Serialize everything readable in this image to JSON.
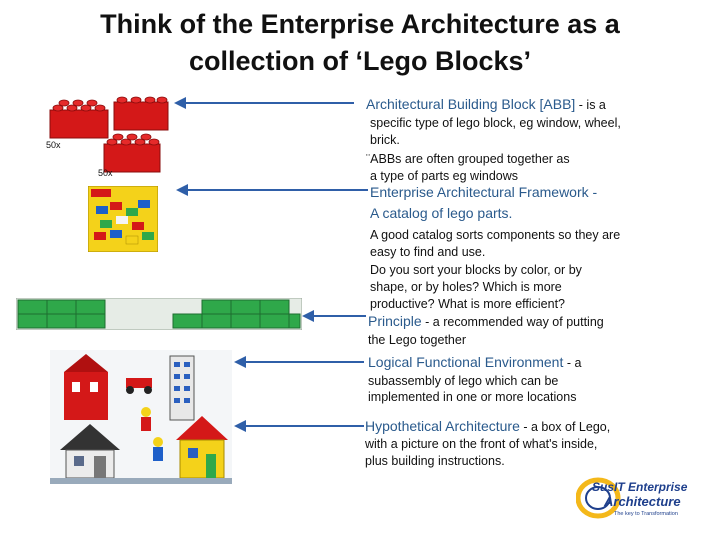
{
  "title": {
    "line1": "Think of the Enterprise Architecture as a",
    "line2": "collection of ‘Lego Blocks’"
  },
  "images": {
    "brick_qty_1": "50x",
    "brick_qty_2": "50x"
  },
  "abb": {
    "heading": "Architectural Building Block [ABB]",
    "heading_suffix": " - is a",
    "line2": "specific type of lego block, eg window, wheel,",
    "line3": "brick.",
    "bullet_glyph": "¨",
    "line4": "ABBs are often grouped together as",
    "line5": "a type of parts eg windows"
  },
  "framework": {
    "heading": "Enterprise Architectural Framework -",
    "line2": "A catalog of lego parts.",
    "desc": [
      "A good catalog sorts components so they are",
      "easy to find and use.",
      "Do you sort your blocks by color, or by",
      "shape, or by holes? Which is more",
      "productive? What is more efficient?"
    ]
  },
  "principle": {
    "heading": "Principle",
    "suffix": " - a recommended way of putting",
    "line2": "the Lego together"
  },
  "lfe": {
    "heading": "Logical Functional Environment",
    "suffix": " - a",
    "line2": "subassembly of lego which can be",
    "line3": "implemented  in one or more locations"
  },
  "hypo": {
    "heading": "Hypothetical Architecture",
    "suffix": " - a box of Lego,",
    "line2": "with a picture on the front of what's inside,",
    "line3": "plus building instructions."
  },
  "logo": {
    "line1": "SusIT Enterprise",
    "line2": "Architecture",
    "tagline": "The key to Transformation"
  },
  "colors": {
    "arrow": "#2f5fa8",
    "heading_blue": "#2a5a8c",
    "brick_red": "#d41818",
    "plate_green": "#2fa84a"
  }
}
